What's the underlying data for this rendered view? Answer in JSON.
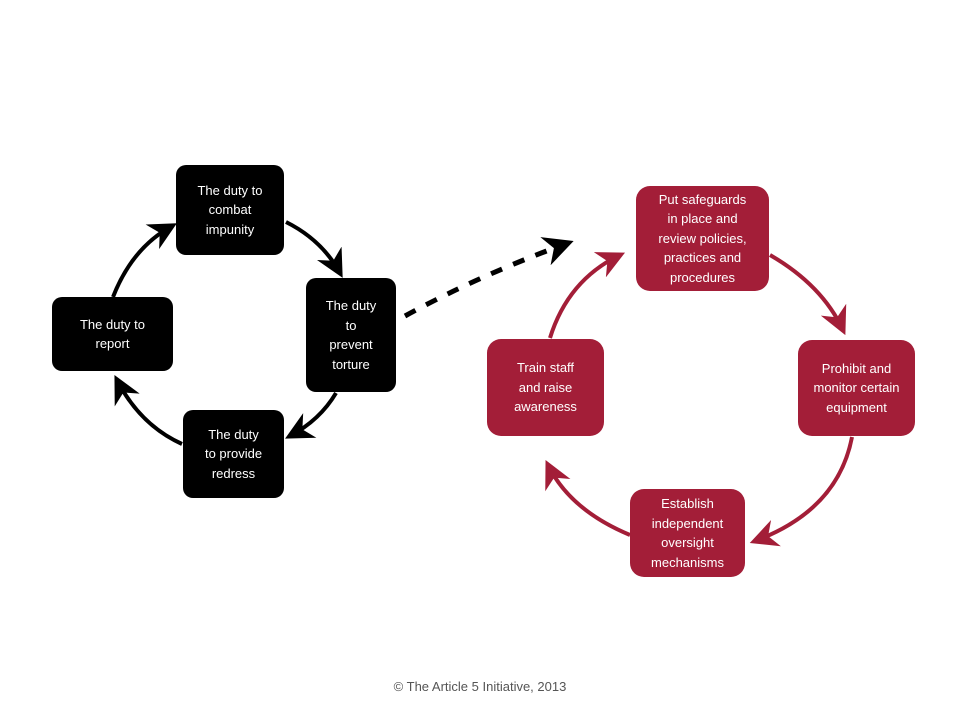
{
  "colors": {
    "left_cycle": "#000000",
    "right_cycle": "#a31e38",
    "background": "#ffffff",
    "text_on_box": "#ffffff",
    "footer_text": "#555555"
  },
  "left_cycle": {
    "nodes": [
      {
        "id": "combat-impunity",
        "label": "The duty to\ncombat\nimpunity"
      },
      {
        "id": "prevent-torture",
        "label": "The duty\nto\nprevent\ntorture"
      },
      {
        "id": "provide-redress",
        "label": "The duty\nto provide\nredress"
      },
      {
        "id": "report",
        "label": "The duty to\nreport"
      }
    ]
  },
  "connector": {
    "from": "prevent-torture",
    "to": "right_cycle",
    "style": "dashed-arrow"
  },
  "right_cycle": {
    "nodes": [
      {
        "id": "safeguards",
        "label": "Put safeguards\nin place and\nreview policies,\npractices and\nprocedures"
      },
      {
        "id": "prohibit",
        "label": "Prohibit and\nmonitor certain\nequipment"
      },
      {
        "id": "oversight",
        "label": "Establish\nindependent\noversight\nmechanisms"
      },
      {
        "id": "train",
        "label": "Train staff\nand raise\nawareness"
      }
    ]
  },
  "footer": {
    "copyright": "© The Article 5 Initiative, 2013"
  }
}
